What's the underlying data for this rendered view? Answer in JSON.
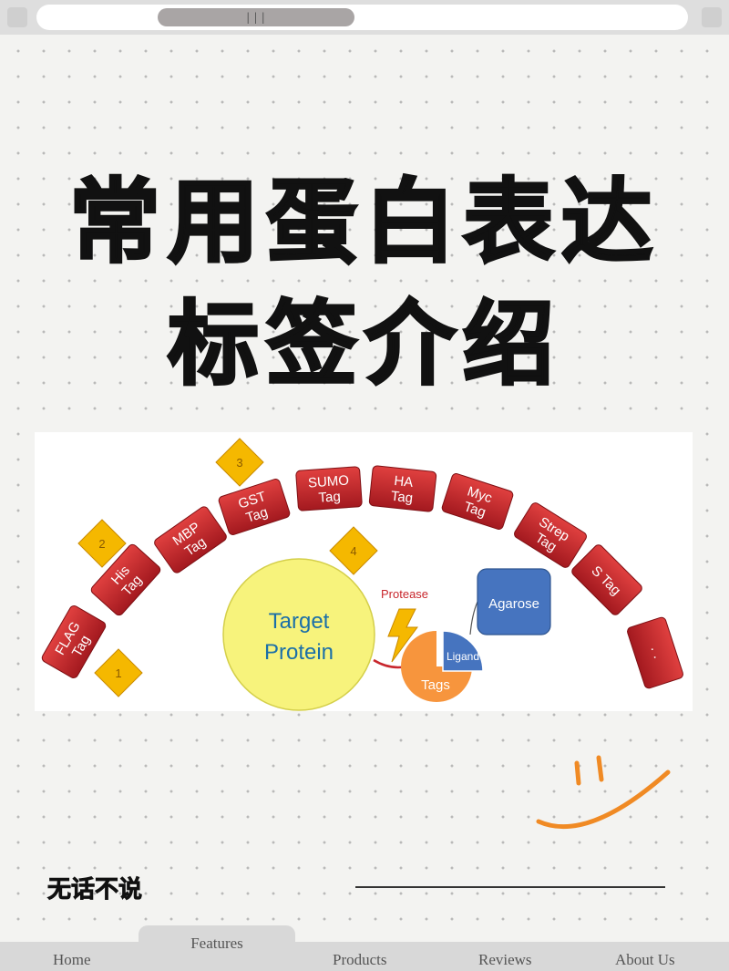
{
  "title": {
    "line1": "常用蛋白表达",
    "line2": "标签介绍"
  },
  "topbar": {
    "handle": "|||"
  },
  "diagram": {
    "tags": [
      {
        "line1": "FLAG",
        "line2": "Tag"
      },
      {
        "line1": "His",
        "line2": "Tag"
      },
      {
        "line1": "MBP",
        "line2": "Tag"
      },
      {
        "line1": "GST",
        "line2": "Tag"
      },
      {
        "line1": "SUMO",
        "line2": "Tag"
      },
      {
        "line1": "HA",
        "line2": "Tag"
      },
      {
        "line1": "Myc",
        "line2": "Tag"
      },
      {
        "line1": "Strep",
        "line2": "Tag"
      },
      {
        "line1": "S Tag",
        "line2": ""
      },
      {
        "line1": "· ·",
        "line2": ""
      }
    ],
    "markers": [
      "1",
      "2",
      "3",
      "4"
    ],
    "target": {
      "line1": "Target",
      "line2": "Protein"
    },
    "protease": "Protease",
    "agarose": "Agarose",
    "ligand": "Ligand",
    "tags_label": "Tags"
  },
  "slogan": "无话不说",
  "nav": {
    "items": [
      "Home",
      "Features",
      "Products",
      "Reviews",
      "About Us"
    ]
  },
  "colors": {
    "tag_red": "#c8272d",
    "marker_yellow": "#f5b800",
    "target_yellow": "#f7f37c",
    "target_text": "#1b6fa8",
    "agarose_blue": "#4674bf",
    "tags_orange": "#f7953d",
    "smile_orange": "#f08a24"
  }
}
